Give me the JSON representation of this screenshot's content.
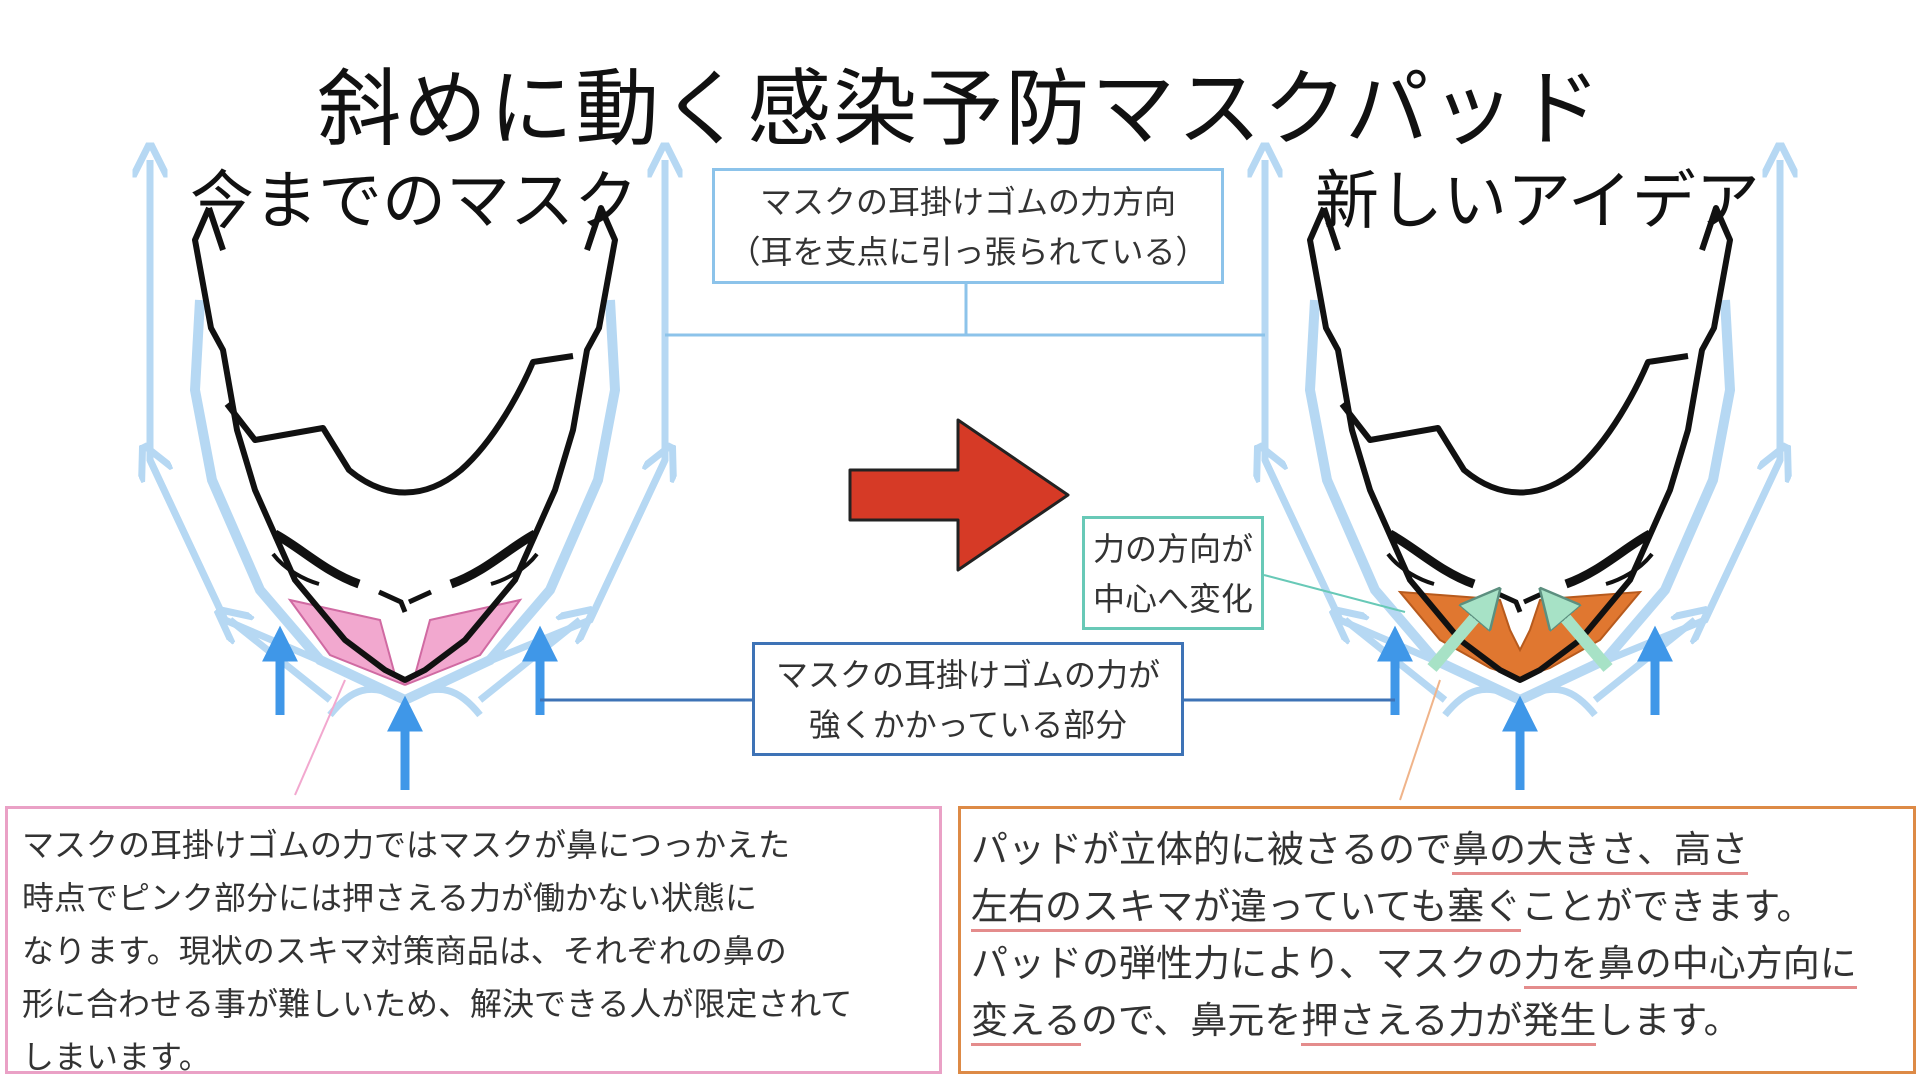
{
  "title": "斜めに動く感染予防マスクパッド",
  "left_heading": "今までのマスク",
  "right_heading": "新しいアイデア",
  "callouts": {
    "ear_loop_tension": [
      "マスクの耳掛けゴムの力方向",
      "（耳を支点に引っ張られている）"
    ],
    "strong_force": [
      "マスクの耳掛けゴムの力が",
      "強くかかっている部分"
    ],
    "force_to_center": [
      "力の方向が",
      "中心へ変化"
    ]
  },
  "explanations": {
    "current_mask": [
      "マスクの耳掛けゴムの力ではマスクが鼻につっかえた",
      "時点でピンク部分には押さえる力が働かない状態に",
      "なります。現状のスキマ対策商品は、それぞれの鼻の",
      "形に合わせる事が難しいため、解決できる人が限定されて",
      "しまいます。"
    ],
    "new_idea": [
      [
        {
          "text": "パッドが立体的に被さるので",
          "underline": false
        },
        {
          "text": "鼻の大きさ、高さ",
          "underline": true
        }
      ],
      [
        {
          "text": "左右のスキマが違っていても塞ぐ",
          "underline": true
        },
        {
          "text": "ことができます。",
          "underline": false
        }
      ],
      [
        {
          "text": "パッドの弾性力により、マスクの",
          "underline": false
        },
        {
          "text": "力を鼻の中心方向に",
          "underline": true
        }
      ],
      [
        {
          "text": "変える",
          "underline": true
        },
        {
          "text": "ので、鼻元を",
          "underline": false
        },
        {
          "text": "押さえる力が発生",
          "underline": true
        },
        {
          "text": "します。",
          "underline": false
        }
      ]
    ]
  },
  "colors": {
    "light_arrow": "#b6d8f3",
    "strong_arrow": "#3f97e8",
    "transition_arrow": "#d63a26",
    "pink_gap": "#f2a8cf",
    "orange_pad": "#e07730",
    "green_arrow": "#a7e2c6"
  },
  "icons": {
    "transition": "right-arrow-icon",
    "tension": "up-arrow-icon"
  }
}
